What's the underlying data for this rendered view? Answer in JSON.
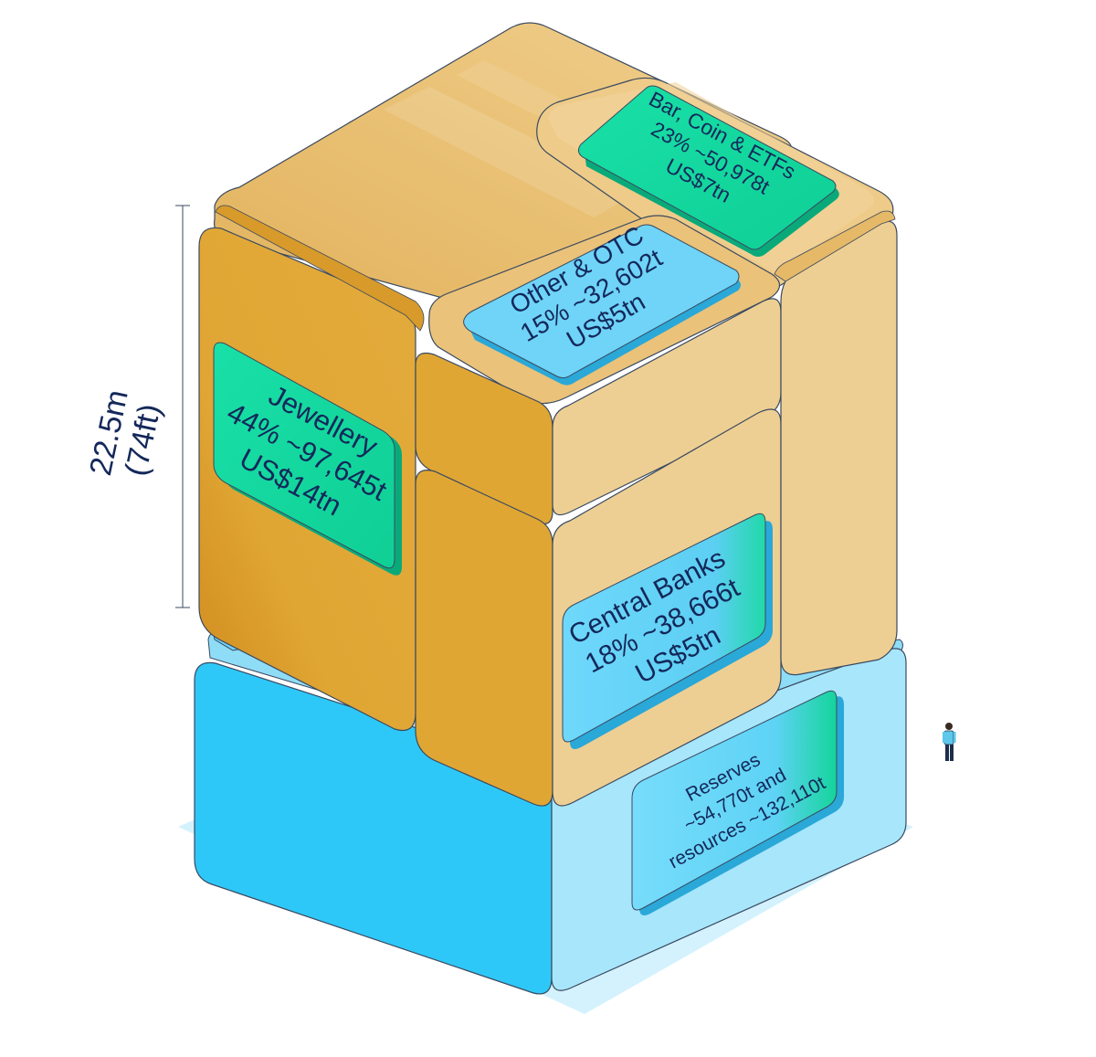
{
  "height_label": {
    "line1": "22.5m",
    "line2": "(74ft)"
  },
  "labels": {
    "bar_coin": {
      "line1": "Bar, Coin & ETFs",
      "line2": "23% ~50,978t",
      "line3": "US$7tn"
    },
    "other_otc": {
      "line1": "Other & OTC",
      "line2": "15% ~32,602t",
      "line3": "US$5tn"
    },
    "jewellery": {
      "line1": "Jewellery",
      "line2": "44% ~97,645t",
      "line3": "US$14tn"
    },
    "central_banks": {
      "line1": "Central Banks",
      "line2": "18% ~38,666t",
      "line3": "US$5tn"
    },
    "reserves": {
      "line1": "Reserves",
      "line2": "~54,770t and",
      "line3": "resources ~132,110t"
    }
  },
  "colors": {
    "gold_dark": "#e0a634",
    "gold_light": "#eecf93",
    "gold_top": "#e9bd6a",
    "green_label": "#14d9a1",
    "blue_label": "#66d3f7",
    "blue_base": "#2ec8f8",
    "blue_base_light": "#a8e6fb",
    "text_navy": "#14285a"
  }
}
